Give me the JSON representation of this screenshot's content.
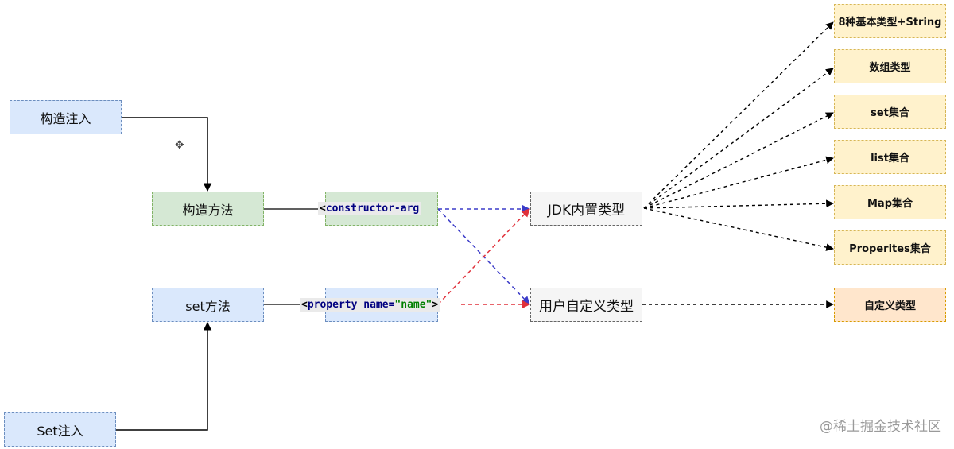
{
  "nodes": {
    "constructor_injection": "构造注入",
    "set_injection": "Set注入",
    "constructor_method": "构造方法",
    "set_method": "set方法",
    "constructor_arg": {
      "open": "<",
      "tag": "constructor-arg",
      "close": ""
    },
    "property": {
      "open": "<",
      "tag": "property",
      "attr": "name=",
      "value": "\"name\"",
      "close": ">"
    },
    "jdk_builtin": "JDK内置类型",
    "user_defined": "用户自定义类型"
  },
  "jdk_types": [
    "8种基本类型+String",
    "数组类型",
    "set集合",
    "list集合",
    "Map集合",
    "Properites集合"
  ],
  "custom_type": "自定义类型",
  "watermark": "@稀土掘金技术社区",
  "colors": {
    "blue_fill": "#dae8fc",
    "blue_stroke": "#6c8ebf",
    "green_fill": "#d5e8d4",
    "green_stroke": "#82b366",
    "yellow_fill": "#fff2cc",
    "yellow_stroke": "#d6b656",
    "orange_fill": "#ffe6cc",
    "orange_stroke": "#d79b00",
    "gray_fill": "#f5f5f5",
    "gray_stroke": "#666666",
    "edge_blue": "#3b3bc8",
    "edge_red": "#e0303a",
    "edge_black": "#000000"
  },
  "icons": {
    "cursor": "move-cursor-icon"
  }
}
